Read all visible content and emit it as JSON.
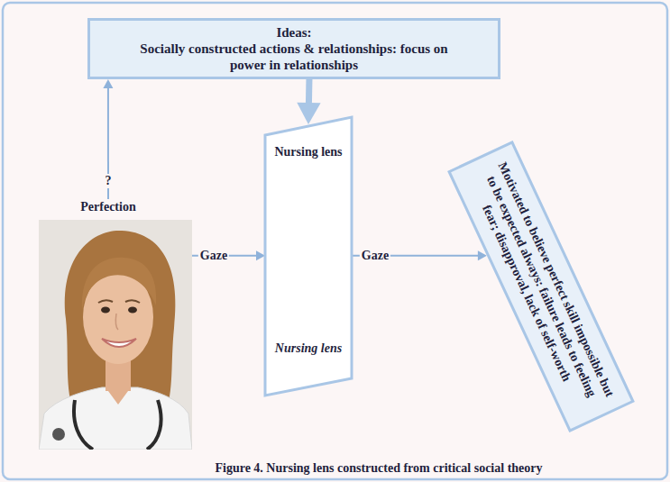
{
  "diagram": {
    "caption": "Figure 4. Nursing lens constructed from critical social theory",
    "nodes": [
      {
        "text": [
          "Ideas:",
          "Socially constructed actions & relationships: focus on power in relationships"
        ]
      },
      {
        "text": [
          "Perfection"
        ]
      },
      {
        "text": [
          "Nursing lens",
          "Nursing lens"
        ]
      },
      {
        "text": [
          "Motivated to believe perfect skill impossible but to be expected always: failure leads to feeling fear; disapproval, lack of self-worth"
        ]
      }
    ],
    "edges": [
      {
        "from": 1,
        "to": 0,
        "label": "?",
        "arrow": "to"
      },
      {
        "from": 0,
        "to": 2,
        "arrow": "to"
      },
      {
        "from": 1,
        "to": 2,
        "label": "Gaze",
        "arrow": "to"
      },
      {
        "from": 2,
        "to": 3,
        "label": "Gaze",
        "arrow": "to"
      }
    ]
  }
}
